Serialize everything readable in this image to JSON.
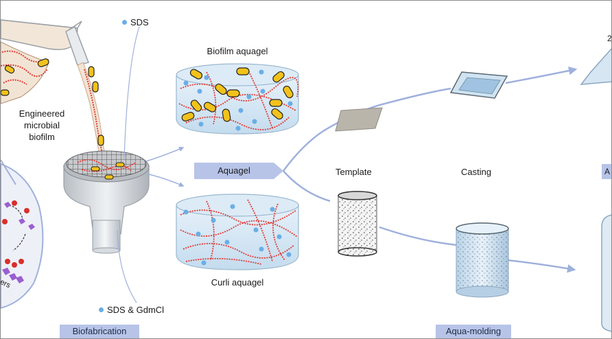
{
  "labels": {
    "sds": "SDS",
    "sds_gdmcl": "SDS & GdmCl",
    "biofilm": "Biofilm aquagel",
    "curli": "Curli aquagel",
    "engineered": "Engineered",
    "microbial": "microbial",
    "biofilm_word": "biofilm",
    "aquagel_arrow": "Aquagel",
    "template": "Template",
    "casting": "Casting",
    "biofabrication": "Biofabrication",
    "aqua_molding": "Aqua-molding",
    "inset_partial": "ers",
    "right_edge_top": "2",
    "right_edge_tag": "A"
  },
  "colors": {
    "fiber": "#e23a36",
    "bacterium": "#f2c21b",
    "dot": "#6aaee6",
    "gel": "#cfe4f3",
    "arrow": "#9fb0dc",
    "tag": "#b7c4e8"
  }
}
